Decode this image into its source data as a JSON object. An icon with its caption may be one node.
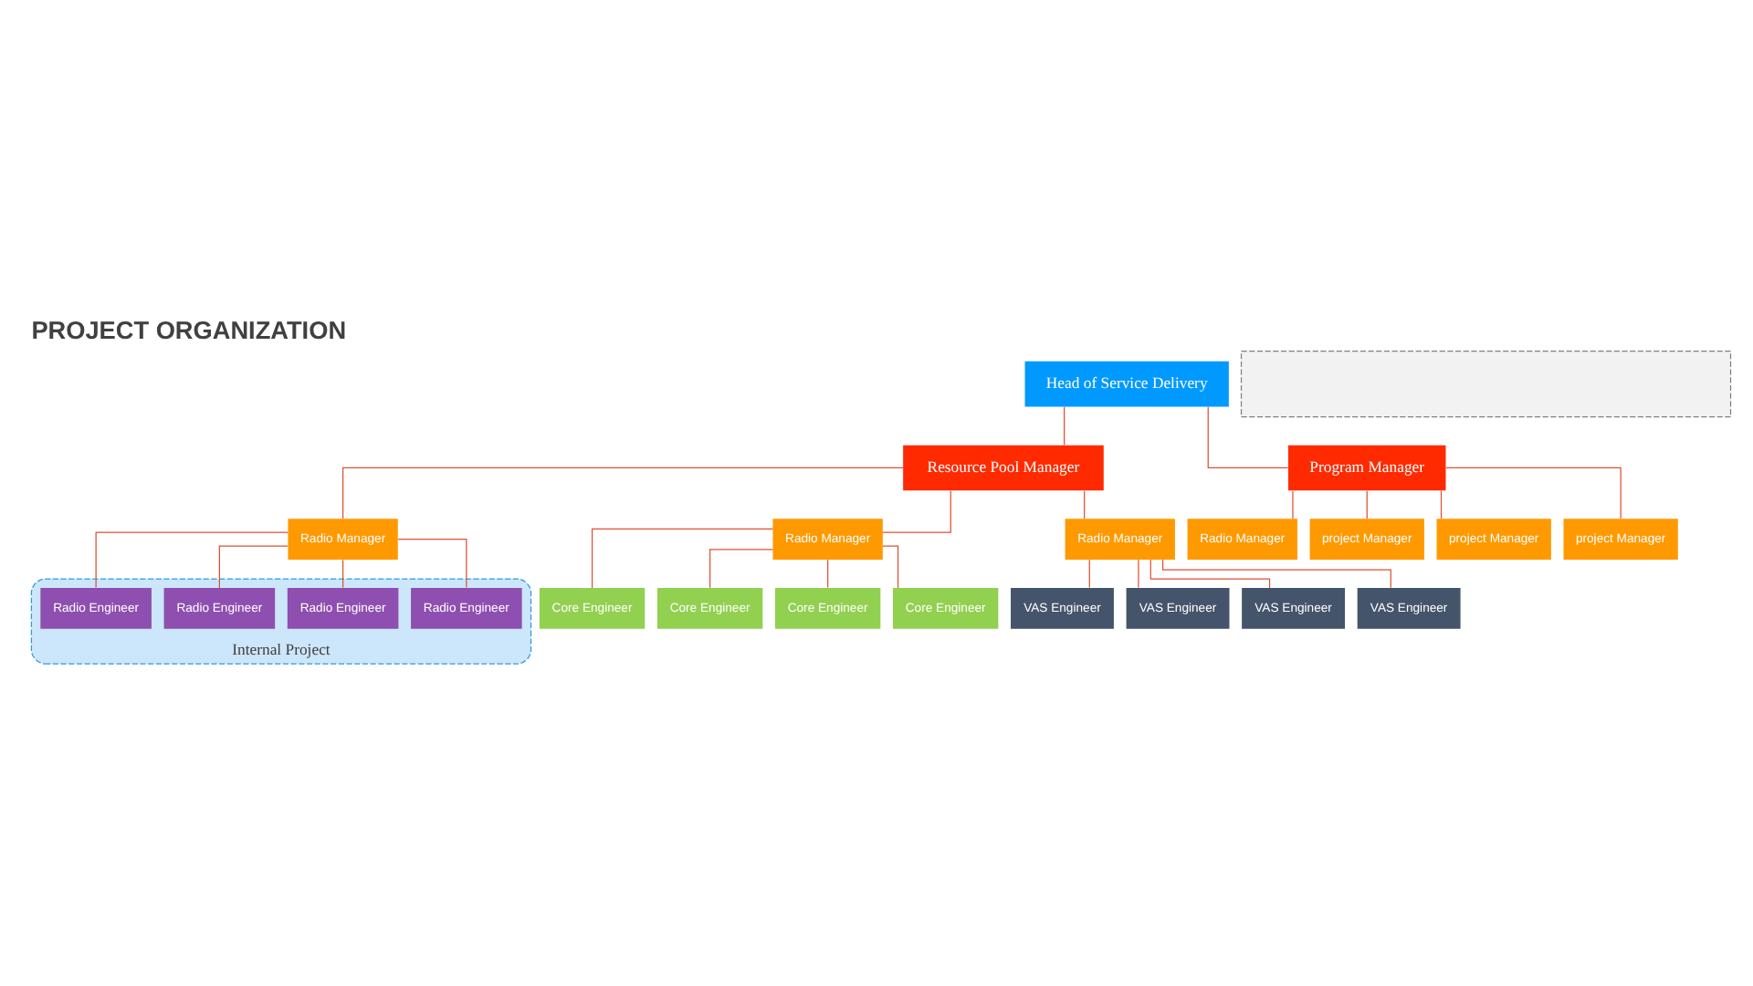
{
  "diagram": {
    "title": "PROJECT ORGANIZATION",
    "nodes": [
      {
        "text": [
          "Head of Service Delivery"
        ]
      },
      {
        "text": [
          "Resource Pool Manager"
        ]
      },
      {
        "text": [
          "Program Manager"
        ]
      },
      {
        "text": [
          "Radio Manager"
        ]
      },
      {
        "text": [
          "Radio Manager"
        ]
      },
      {
        "text": [
          "Radio Manager"
        ]
      },
      {
        "text": [
          "Radio Manager"
        ]
      },
      {
        "text": [
          "project Manager"
        ]
      },
      {
        "text": [
          "project Manager"
        ]
      },
      {
        "text": [
          "project Manager"
        ]
      },
      {
        "text": [
          "Internal Project"
        ]
      },
      {
        "text": [
          "Radio Engineer"
        ],
        "in": 10
      },
      {
        "text": [
          "Radio Engineer"
        ],
        "in": 10
      },
      {
        "text": [
          "Radio Engineer"
        ],
        "in": 10
      },
      {
        "text": [
          "Radio Engineer"
        ],
        "in": 10
      },
      {
        "text": [
          "Core Engineer"
        ]
      },
      {
        "text": [
          "Core Engineer"
        ]
      },
      {
        "text": [
          "Core Engineer"
        ]
      },
      {
        "text": [
          "Core Engineer"
        ]
      },
      {
        "text": [
          "VAS Engineer"
        ]
      },
      {
        "text": [
          "VAS Engineer"
        ]
      },
      {
        "text": [
          "VAS Engineer"
        ]
      },
      {
        "text": [
          "VAS Engineer"
        ]
      },
      {
        "text": [],
        "shape": "box"
      }
    ],
    "edges": [
      {
        "from": 0,
        "to": 1,
        "arrow": "none"
      },
      {
        "from": 0,
        "to": 2,
        "arrow": "none"
      },
      {
        "from": 1,
        "to": 3,
        "arrow": "none"
      },
      {
        "from": 1,
        "to": 4,
        "arrow": "none"
      },
      {
        "from": 1,
        "to": 5,
        "arrow": "none"
      },
      {
        "from": 2,
        "to": 6,
        "arrow": "none"
      },
      {
        "from": 2,
        "to": 7,
        "arrow": "none"
      },
      {
        "from": 2,
        "to": 8,
        "arrow": "none"
      },
      {
        "from": 2,
        "to": 9,
        "arrow": "none"
      },
      {
        "from": 3,
        "to": 11,
        "arrow": "none"
      },
      {
        "from": 3,
        "to": 12,
        "arrow": "none"
      },
      {
        "from": 3,
        "to": 13,
        "arrow": "none"
      },
      {
        "from": 3,
        "to": 14,
        "arrow": "none"
      },
      {
        "from": 4,
        "to": 15,
        "arrow": "none"
      },
      {
        "from": 4,
        "to": 16,
        "arrow": "none"
      },
      {
        "from": 4,
        "to": 17,
        "arrow": "none"
      },
      {
        "from": 4,
        "to": 18,
        "arrow": "none"
      },
      {
        "from": 5,
        "to": 19,
        "arrow": "none"
      },
      {
        "from": 5,
        "to": 20,
        "arrow": "none"
      },
      {
        "from": 5,
        "to": 21,
        "arrow": "none"
      },
      {
        "from": 5,
        "to": 22,
        "arrow": "none"
      }
    ]
  }
}
